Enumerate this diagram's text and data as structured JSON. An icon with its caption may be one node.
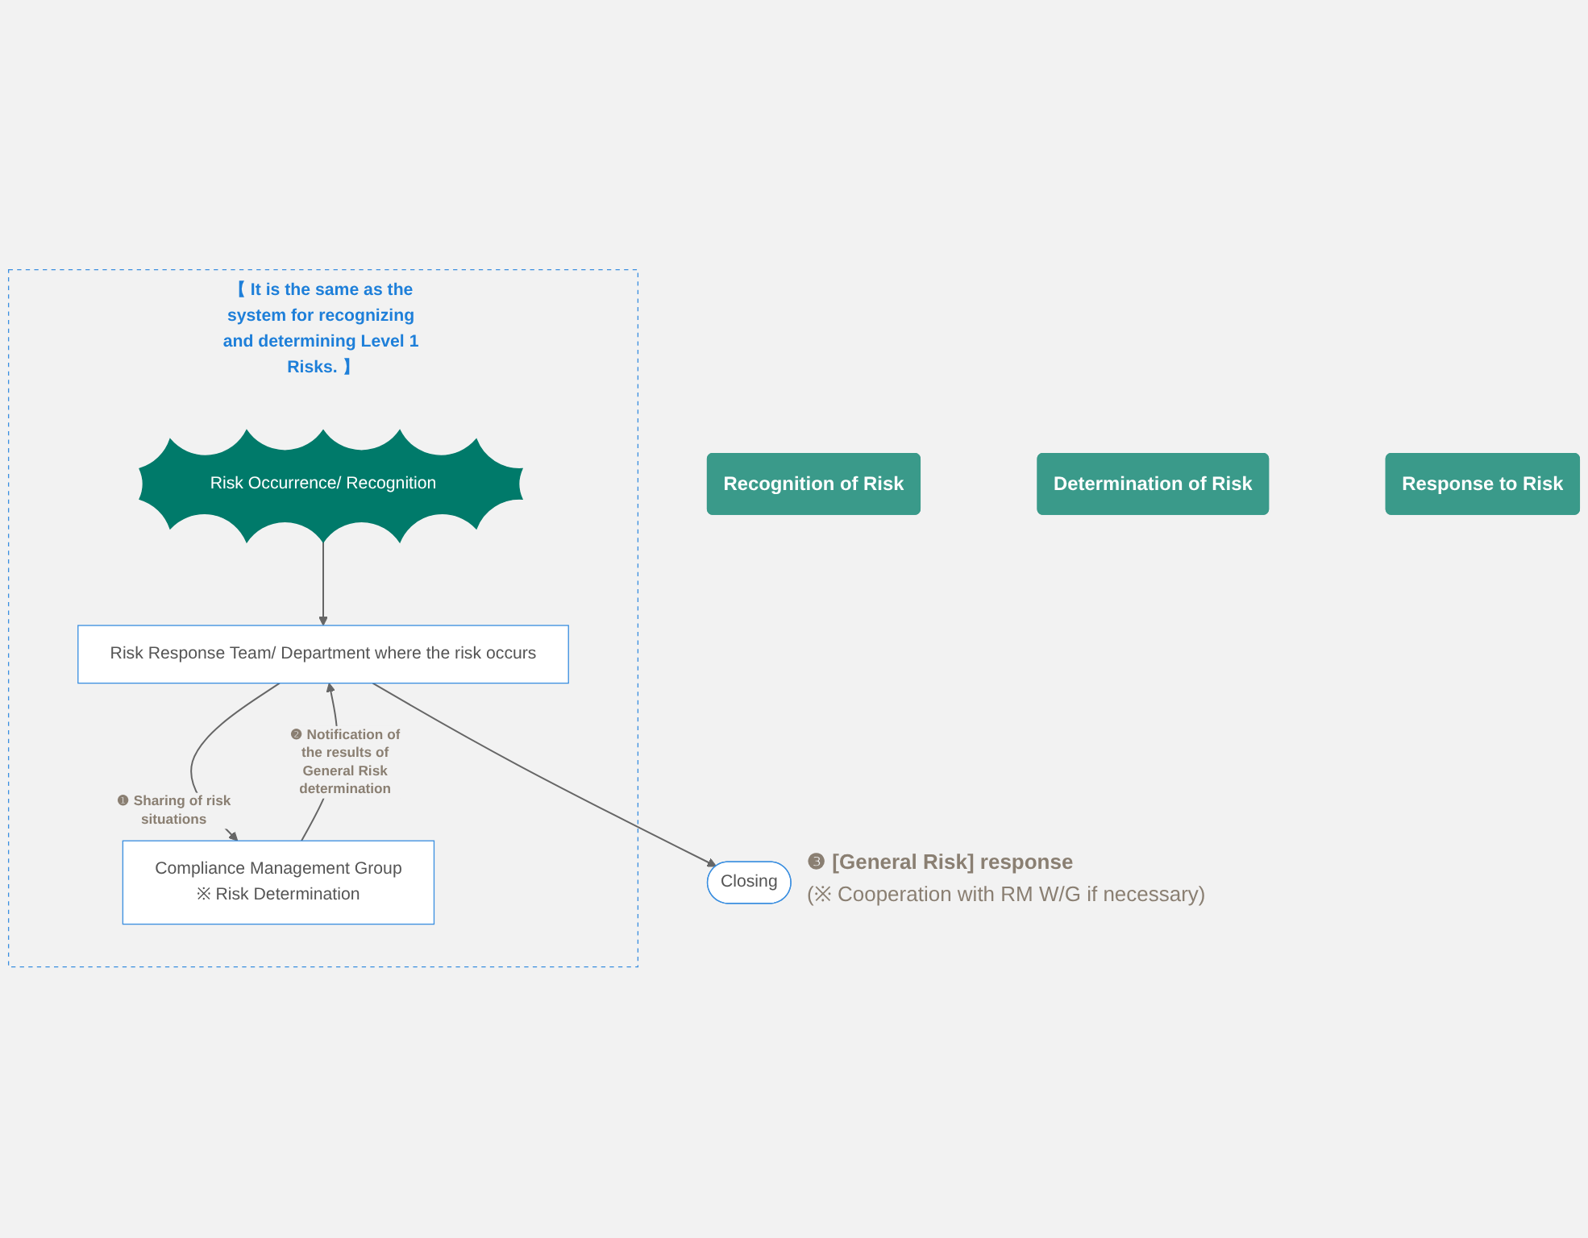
{
  "diagram": {
    "nodes": [
      {
        "text": [
          "Recognition of Risk"
        ]
      },
      {
        "text": [
          "Determination of Risk"
        ]
      },
      {
        "text": [
          "Response to Risk"
        ]
      },
      {
        "text": [
          "【 It is the same as the system for recognizing and determining Level 1 Risks. 】"
        ]
      },
      {
        "text": [
          "Risk Occurrence/ Recognition"
        ],
        "in": 3
      },
      {
        "text": [
          "Risk Response Team/ Department where the risk occurs"
        ],
        "in": 3
      },
      {
        "text": [
          "Compliance Management Group",
          "※ Risk Determination"
        ],
        "in": 3
      },
      {
        "text": [
          "Closing"
        ],
        "beside": [
          "❸ [General Risk] response",
          "(※ Cooperation with RM W/G if necessary)"
        ]
      }
    ],
    "edges": [
      {
        "from": 4,
        "to": 5,
        "arrow": "to"
      },
      {
        "from": 5,
        "to": 7,
        "arrow": "to"
      },
      {
        "from": 6,
        "to": 5,
        "arrow": "to",
        "label": "❷ Notification of the results of General Risk determination"
      },
      {
        "from": 5,
        "to": 6,
        "arrow": "to",
        "label": "❶ Sharing of risk situations"
      }
    ]
  }
}
